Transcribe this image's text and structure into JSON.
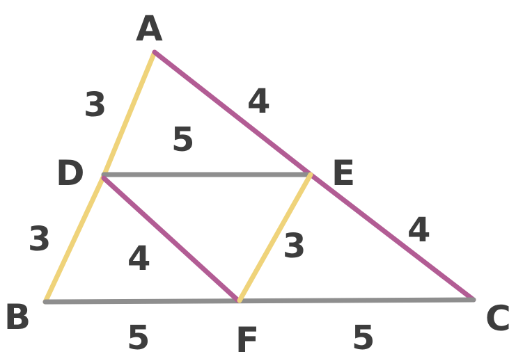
{
  "colors": {
    "yellow": "#efd37a",
    "magenta": "#b25c94",
    "gray": "#8e8e8e",
    "text": "#3d3d3d"
  },
  "vertices": {
    "A": "A",
    "B": "B",
    "C": "C",
    "D": "D",
    "E": "E",
    "F": "F"
  },
  "lengths": {
    "AD": "3",
    "DB": "3",
    "AE": "4",
    "EC": "4",
    "DE": "5",
    "DF": "4",
    "EF": "3",
    "BF": "5",
    "FC": "5"
  },
  "segments": [
    {
      "name": "AD",
      "color": "yellow"
    },
    {
      "name": "DB",
      "color": "yellow"
    },
    {
      "name": "AE",
      "color": "magenta"
    },
    {
      "name": "EC",
      "color": "magenta"
    },
    {
      "name": "DE",
      "color": "gray"
    },
    {
      "name": "BC",
      "color": "gray"
    },
    {
      "name": "DF",
      "color": "magenta"
    },
    {
      "name": "EF",
      "color": "yellow"
    }
  ]
}
